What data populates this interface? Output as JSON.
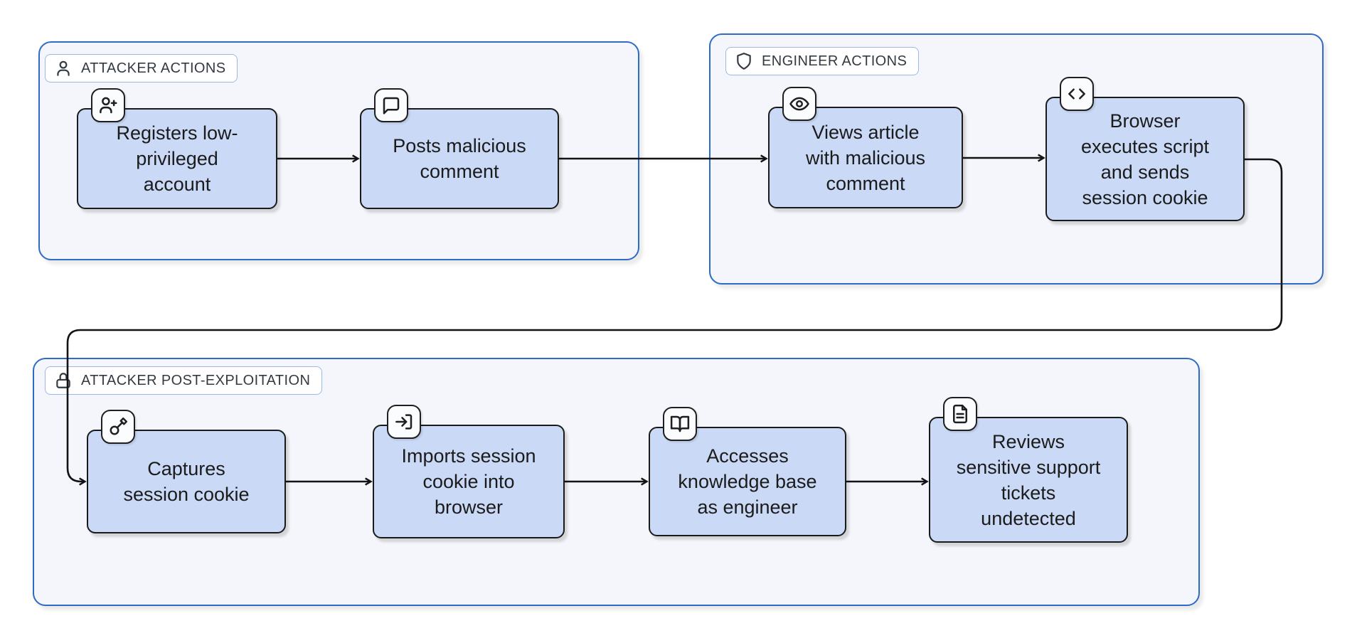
{
  "diagram": {
    "type": "flowchart",
    "colors": {
      "node_fill": "#c9d9f6",
      "node_border": "#1a1a1a",
      "group_fill": "#f4f6fb",
      "group_border": "#2e6bc6",
      "label_badge_border": "#9cb8e8",
      "label_badge_bg": "#ffffff",
      "arrow": "#131313",
      "node_text": "#1b1b1b",
      "label_text": "#333a42",
      "background": "#ffffff"
    },
    "groups": [
      {
        "id": "attacker-actions",
        "label": "ATTACKER ACTIONS",
        "icon": "user-icon"
      },
      {
        "id": "engineer-actions",
        "label": "ENGINEER ACTIONS",
        "icon": "shield-icon"
      },
      {
        "id": "attacker-post-exploitation",
        "label": "ATTACKER POST-EXPLOITATION",
        "icon": "lock-icon"
      }
    ],
    "nodes": [
      {
        "id": "registers-account",
        "group": "attacker-actions",
        "icon": "user-plus-icon",
        "label": "Registers low-\nprivileged\naccount"
      },
      {
        "id": "posts-comment",
        "group": "attacker-actions",
        "icon": "comment-icon",
        "label": "Posts malicious\ncomment"
      },
      {
        "id": "views-article",
        "group": "engineer-actions",
        "icon": "eye-icon",
        "label": "Views article\nwith malicious\ncomment"
      },
      {
        "id": "browser-executes",
        "group": "engineer-actions",
        "icon": "code-icon",
        "label": "Browser\nexecutes script\nand sends\nsession cookie"
      },
      {
        "id": "captures-cookie",
        "group": "attacker-post-exploitation",
        "icon": "key-icon",
        "label": "Captures\nsession cookie"
      },
      {
        "id": "imports-cookie",
        "group": "attacker-post-exploitation",
        "icon": "login-icon",
        "label": "Imports session\ncookie into\nbrowser"
      },
      {
        "id": "accesses-kb",
        "group": "attacker-post-exploitation",
        "icon": "book-open-icon",
        "label": "Accesses\nknowledge base\nas engineer"
      },
      {
        "id": "reviews-tickets",
        "group": "attacker-post-exploitation",
        "icon": "file-text-icon",
        "label": "Reviews\nsensitive support\ntickets\nundetected"
      }
    ],
    "edges": [
      {
        "from": "registers-account",
        "to": "posts-comment"
      },
      {
        "from": "posts-comment",
        "to": "views-article"
      },
      {
        "from": "views-article",
        "to": "browser-executes"
      },
      {
        "from": "browser-executes",
        "to": "captures-cookie"
      },
      {
        "from": "captures-cookie",
        "to": "imports-cookie"
      },
      {
        "from": "imports-cookie",
        "to": "accesses-kb"
      },
      {
        "from": "accesses-kb",
        "to": "reviews-tickets"
      }
    ]
  }
}
